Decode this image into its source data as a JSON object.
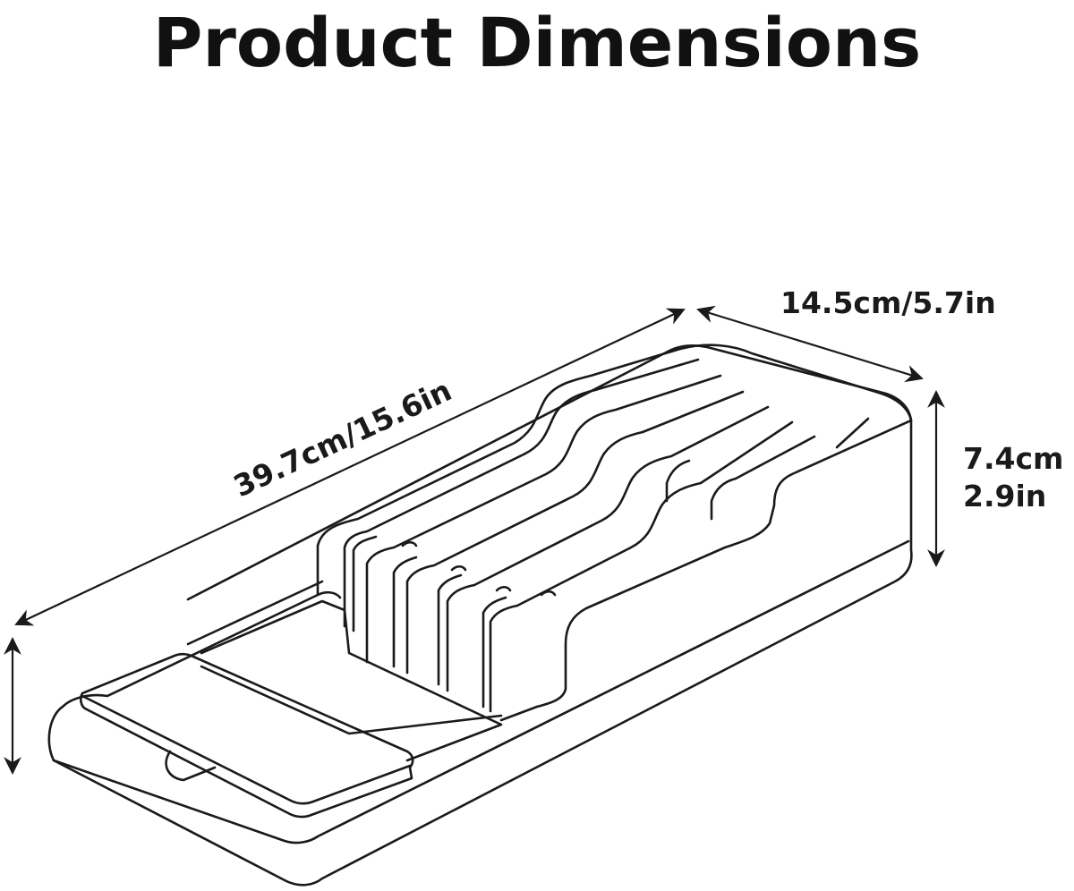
{
  "title": "Product Dimensions",
  "dimensions": {
    "length": "39.7cm/15.6in",
    "width": "14.5cm/5.7in",
    "height_cm": "7.4cm",
    "height_in": "2.9in"
  },
  "colors": {
    "line": "#1a1a1a",
    "background": "#ffffff",
    "text": "#111111"
  }
}
